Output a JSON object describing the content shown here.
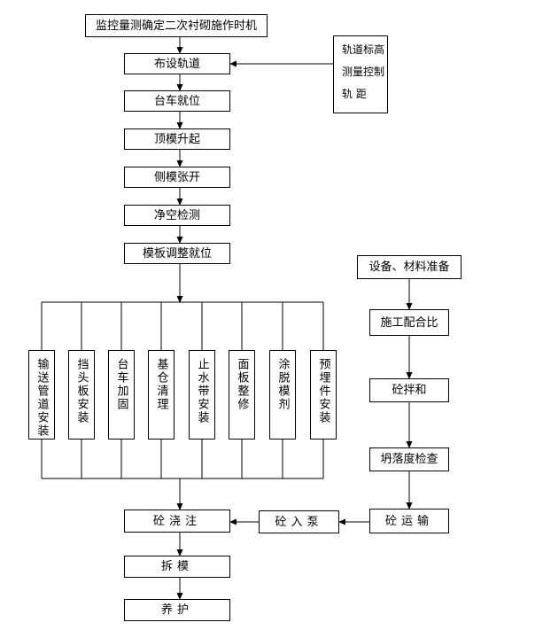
{
  "main_steps": {
    "s1": "监控量测确定二次衬砌施作时机",
    "s2": "布设轨道",
    "s3": "台车就位",
    "s4": "顶模升起",
    "s5": "侧模张开",
    "s6": "净空检测",
    "s7": "模板调整就位"
  },
  "rail_control": {
    "line1": "轨道标高",
    "line2": "测量控制",
    "line3": "轨      距"
  },
  "prep_tasks": [
    "输送管道安装",
    "挡头板安装",
    "台车加固",
    "基仓清理",
    "止水带安装",
    "面板整修",
    "涂脱模剂",
    "预埋件安装"
  ],
  "concrete_chain": {
    "c1": "设备、材料准备",
    "c2": "施工配合比",
    "c3": "砼拌和",
    "c4": "坍落度检查",
    "c5": "砼运输"
  },
  "final_steps": {
    "pump": "砼入泵",
    "pour": "砼浇注",
    "strip": "拆模",
    "cure": "养护"
  }
}
